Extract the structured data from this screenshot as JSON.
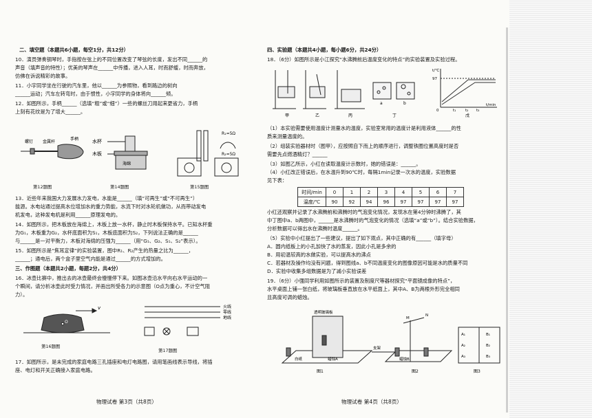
{
  "left_page": {
    "section2_title": "二、填空题（本题共6小题，每空1分，共12分）",
    "q10_l1": "10．演员弹奏钢琴时，手指按在弦上的不同位置改变了琴弦的长度，发出不同______的",
    "q10_l2": "声音（填声音的特性）；优美的琴声在______中传播，进入人耳，时而舒缓，时而奔放，",
    "q10_l3": "仿佛在诉说精彩的故事。",
    "q11_l1": "11．小宇同学坐在行驶的汽车里，他以______为参照物，看到路边的树向",
    "q11_l2": "______运动；汽车左转弯时，由于惯性，小宇同学的身体将向______倾。",
    "q12_l1": "12．如图所示，手柄______（选填“粗”或“细”）一些的螺丝刀用起来更省力，手柄",
    "q12_l2": "上刻有花纹是为了增大______。",
    "fig12_caption": "第12题图",
    "fig14_caption": "第14题图",
    "fig15_caption": "第15题图",
    "fig_label_cup": "水杯",
    "fig_label_board": "木板",
    "fig_label_sponge": "海绵",
    "fig_label_screw": "螺钉",
    "fig_label_shaft": "金属杆",
    "fig_label_handle": "手柄",
    "fig_label_r1": "R₁=5Ω",
    "fig_label_r2": "R₂=5Ω",
    "q13_l1": "13．近些年来我国大力发展水力发电，水能是______（填“可再生”或“不可再生”）",
    "q13_l2": "能源。水电站通过提高水位增加水的重力势能，水流下时对水轮机做功，从而带动发电",
    "q13_l3": "机发电，这种发电机是利用______原理发电的。",
    "q14_l1": "14．如图所示，把木板放在海绵上，木板上放一水杯，静止时木板保持水平。已知水杯重",
    "q14_l2": "为G₁，木板重为G₂，水杯底面积为S₁，木板底面积为S₂，下列说法正确的是______",
    "q14_l3": "与______是一对平衡力，木板对海绵的压强为______（用“G₁、G₂、S₁、S₂”表示）。",
    "q15_l1": "15．如图所示是“焦耳定律”的实验装置，图中R₁、R₂产生的热量之比为______，",
    "q15_l2": "______；通电后，两个盒子里空气内能是通过______的方式增加的。",
    "section3_title": "三、作图题（本题共2小题，每题2分，共4分）",
    "q16_l1": "16．冰壶比赛中，推出去的冰壶最终会慢慢停下来。如图冰壶沿水平向右水平运动的一",
    "q16_l2": "个瞬间，请分析冰壶此时受力情况，并画出所受各力的示意图（O点为重心，不计空气阻",
    "q16_l3": "力）。",
    "fig16_caption": "第16题图",
    "fig17_caption": "第17题图",
    "fig16_point": "O",
    "fig16_velocity": "v",
    "fig17_line1": "火线",
    "fig17_line2": "零线",
    "fig17_line3": "地线",
    "q17_l1": "17．如图所示，是未完成的家庭电路三孔插座和电灯电路图，请用笔画线表示导线，将插",
    "q17_l2": "座、电灯和开关正确接入家庭电路。",
    "footer": "物理试卷   第3页（共8页）"
  },
  "right_page": {
    "section4_title": "四、实验题（本题共4小题，每小题6分，共24分）",
    "q18_l1": "18．（6分）如图所示是小江探究“水沸腾前后温度变化的特点”的实验装置及实验过程。",
    "graph_t_label": "t/℃",
    "graph_time_label": "t/min",
    "graph_97": "97",
    "graph_t0": "0",
    "graph_t1": "t₁",
    "graph_t2": "t₂",
    "graph_t3": "t₃",
    "fig_jia": "甲",
    "fig_yi": "乙",
    "fig_bing": "丙",
    "fig_ding": "丁",
    "fig_wu": "戊",
    "fig_a": "a",
    "fig_b": "b",
    "q18_s1_l1": "（1）本实验需要使用温度计测量水的温度，实验室常用的温度计是利用液体______的性",
    "q18_s1_l2": "质来测量温度的。",
    "q18_s2_l1": "（2）组装实验器材时（图甲），应按照自下而上的顺序进行，调整铁圈位置高度时是否",
    "q18_s2_l2": "需要先点燃酒精灯？______",
    "q18_s3": "（3）如图乙所示，小红在读取温度计示数时，她的错误是：______。",
    "q18_s4_l1": "（4）小红改正错误后，在水温升到90℃时，每隔1min记录一次水的温度，实验数据",
    "q18_s4_l2": "见下表：",
    "table_time_header": "时间/min",
    "table_temp_header": "温度/℃",
    "table_times": [
      "0",
      "1",
      "2",
      "3",
      "4",
      "5",
      "6",
      "7"
    ],
    "table_temps": [
      "90",
      "92",
      "94",
      "96",
      "97",
      "97",
      "97",
      "97"
    ],
    "q18_obs_l1": "小红还观察并记录了水沸腾前和沸腾时的气泡变化情况，发现水在第4分钟时沸腾了，其",
    "q18_obs_l2": "中丁图中a、b两图中，______是水沸腾时的气泡变化的情况（选填“a”或“b”）。结合实验数据，",
    "q18_obs_l3": "分析数据可以得出水在沸腾时温度______。",
    "q18_s5": "（5）实验中小红提出了一些建议，提出了如下观点，其中正确的有______（填字母）",
    "opt_a": "A．圆内纸板上的小孔加快了水的蒸发，因此小孔是多余的",
    "opt_b": "B．用初温较高的水做实验，可以提高水的沸点",
    "opt_c": "C．若器材及操作均没有问题，得到图线a、b不同温度变化的图像原因可能是水的质量不同",
    "opt_d": "D．实验中收集多组数据是为了减小实验误差",
    "q19_l1": "19．（6分）小强同学利用如图所示的装置及制度尺等器材探究“平面镜成像的特点”，",
    "q19_l2": "水平桌面上铺一张白纸，将玻璃板垂直放在水平纸面上，其中A、B为两根外形完全相同",
    "q19_l3": "且高度可调的蜡烛。",
    "fig19_glass": "透明玻璃板",
    "fig19_white": "白纸",
    "fig19_candle": "蜡烛A",
    "fig19_candleb": "蜡烛B",
    "fig19_ruler": "支架",
    "fig19_1": "图1",
    "fig19_2": "图2",
    "fig19_3": "图3",
    "fig19_a1": "A₁",
    "fig19_b1": "B₁",
    "fig19_a2": "A₂",
    "fig19_b2": "B₂",
    "fig19_a3": "A₃",
    "fig19_b3": "B₃",
    "fig19_m": "M",
    "fig19_n": "N",
    "footer": "物理试卷   第4页（共8页）"
  }
}
